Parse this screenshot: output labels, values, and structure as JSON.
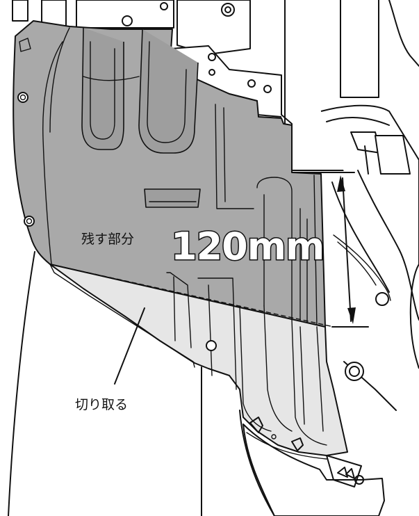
{
  "labels": {
    "keep_part": "残す部分",
    "cut_off": "切り取る",
    "dimension": "120mm"
  },
  "colors": {
    "keep_region": "#a9a9a9",
    "cut_region": "#e6e6e6",
    "line": "#111111"
  }
}
